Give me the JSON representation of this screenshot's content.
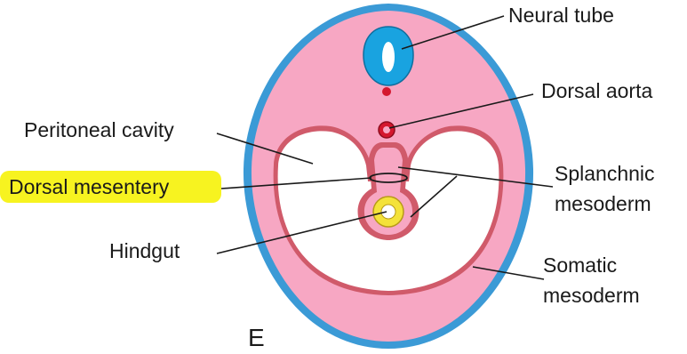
{
  "diagram": {
    "panel_letter": "E",
    "labels": {
      "neural_tube": "Neural tube",
      "dorsal_aorta": "Dorsal aorta",
      "peritoneal_cavity": "Peritoneal cavity",
      "dorsal_mesentery": "Dorsal mesentery",
      "splanchnic_line1": "Splanchnic",
      "splanchnic_line2": "mesoderm",
      "hindgut": "Hindgut",
      "somatic_line1": "Somatic",
      "somatic_line2": "mesoderm"
    },
    "highlighted_label": "Dorsal mesentery"
  },
  "colors": {
    "ectoderm_outline": "#3b9ad6",
    "body_fill": "#f7a7c3",
    "mesoderm_lining": "#d05a6a",
    "cavity_fill": "#ffffff",
    "neural_tube": "#19a3e0",
    "aorta": "#d4172e",
    "gut_endoderm": "#f4e23a",
    "highlight": "#f7f320"
  }
}
